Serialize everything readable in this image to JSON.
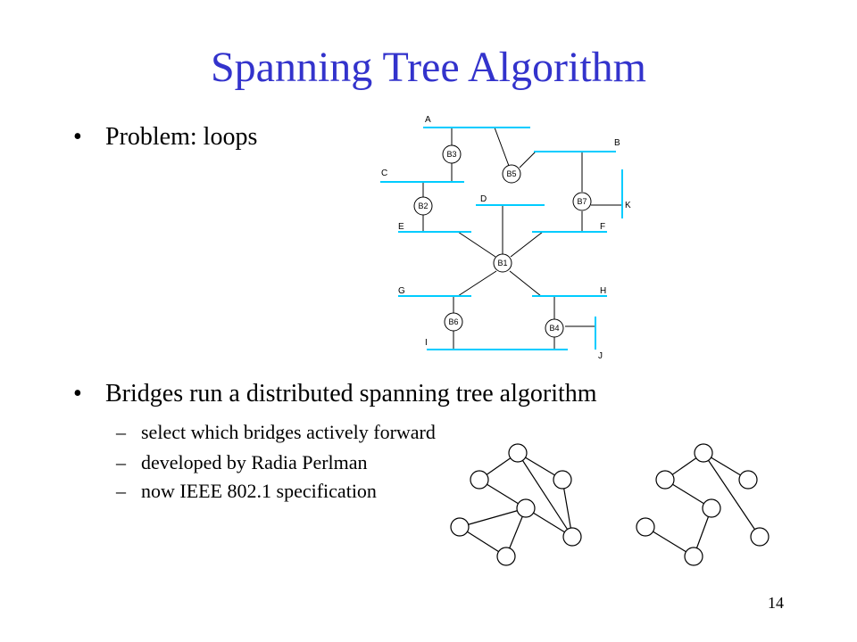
{
  "title": "Spanning Tree Algorithm",
  "bullets": [
    "Problem: loops",
    "Bridges run a distributed spanning tree algorithm"
  ],
  "subbullets": [
    "select which bridges actively forward",
    "developed by Radia Perlman",
    "now IEEE 802.1 specification"
  ],
  "dash": "–",
  "bullet_char": "•",
  "page_number": "14",
  "colors": {
    "title": "#3333cc",
    "segment": "#00ccff",
    "text": "#000000"
  },
  "network": {
    "segments": [
      "A",
      "B",
      "C",
      "D",
      "E",
      "F",
      "G",
      "H",
      "I",
      "J",
      "K"
    ],
    "bridges": [
      "B1",
      "B2",
      "B3",
      "B4",
      "B5",
      "B6",
      "B7"
    ]
  }
}
